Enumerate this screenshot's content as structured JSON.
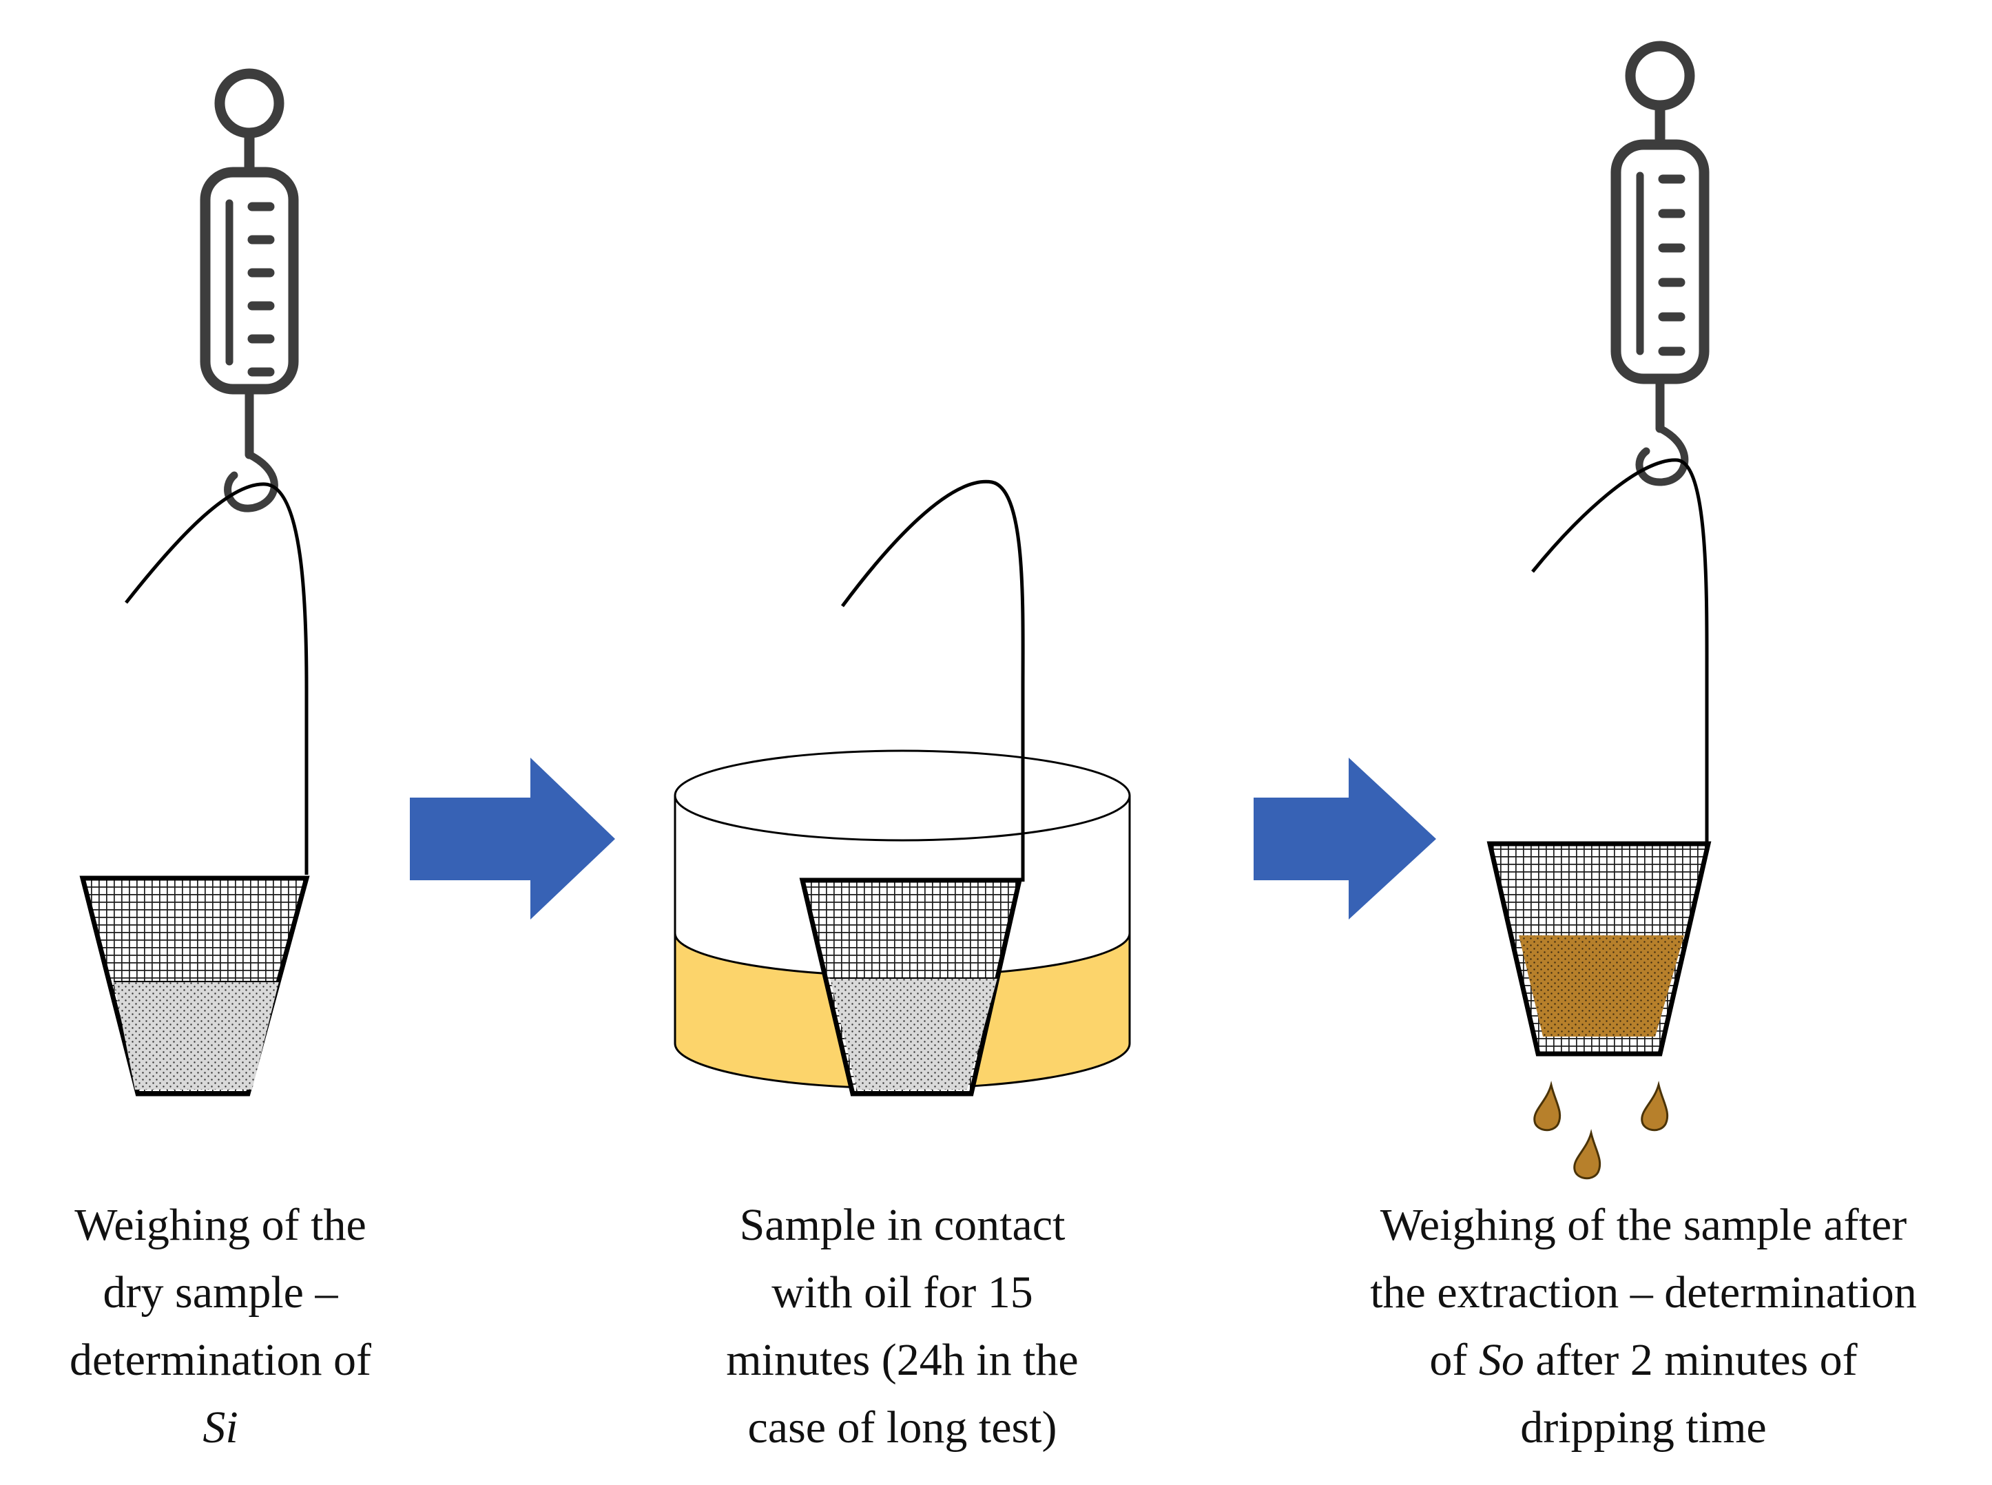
{
  "steps": [
    {
      "caption_before": "Weighing of the\ndry sample –\ndetermination of\n",
      "caption_symbol": "Si",
      "caption_after": ""
    },
    {
      "caption_before": "Sample in contact\nwith oil for 15\nminutes (24h in the\ncase of long test)",
      "caption_symbol": "",
      "caption_after": ""
    },
    {
      "caption_before": "Weighing of the sample after\nthe extraction – determination\nof ",
      "caption_symbol": "So",
      "caption_after": " after 2 minutes of\ndripping time"
    }
  ],
  "colors": {
    "arrow": "#3762b5",
    "oil": "#fcd46b",
    "soaked_sample": "#b7802b",
    "droplet": "#b7802b",
    "dry_sample": "#d9d9d9",
    "outline": "#3d3d3d",
    "stroke": "#000000"
  },
  "icons": [
    "spring-scale-icon",
    "hook-icon",
    "mesh-basket-icon",
    "beaker-icon",
    "right-arrow-icon",
    "oil-droplet-icon"
  ]
}
